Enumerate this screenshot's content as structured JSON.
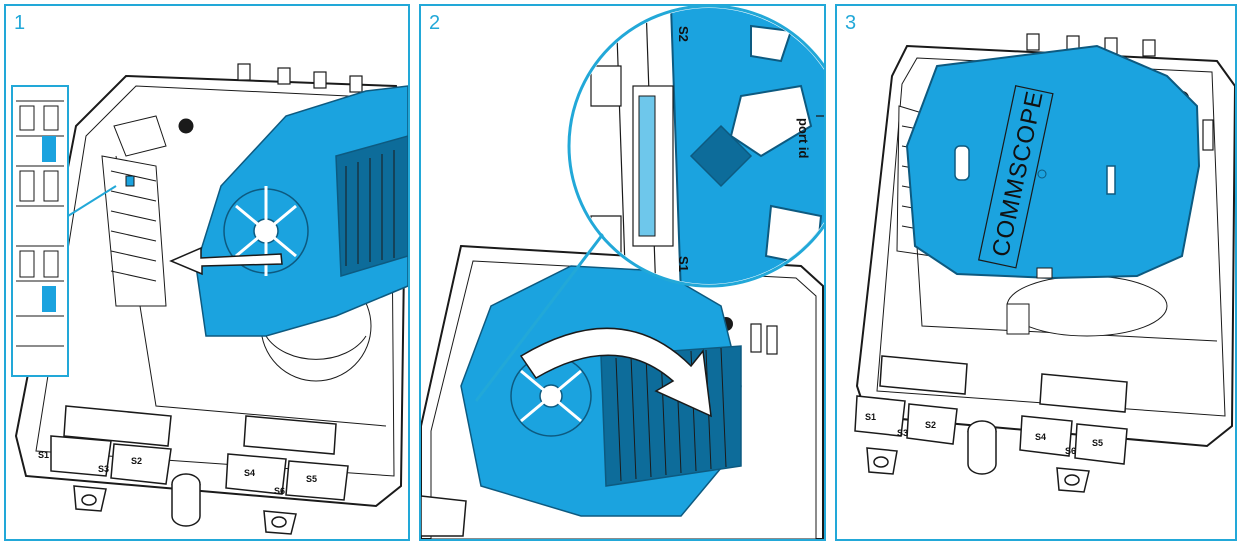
{
  "steps": [
    {
      "number": "1"
    },
    {
      "number": "2"
    },
    {
      "number": "3"
    }
  ],
  "labels": {
    "s1": "S1",
    "s2": "S2",
    "s3": "S3",
    "s4": "S4",
    "s5": "S5",
    "s6": "S6",
    "port_id": "port id",
    "brand": "COMMSCOPE"
  },
  "colors": {
    "frame": "#22a8d8",
    "tray": "#1ba3df",
    "line": "#1a1a1a"
  }
}
